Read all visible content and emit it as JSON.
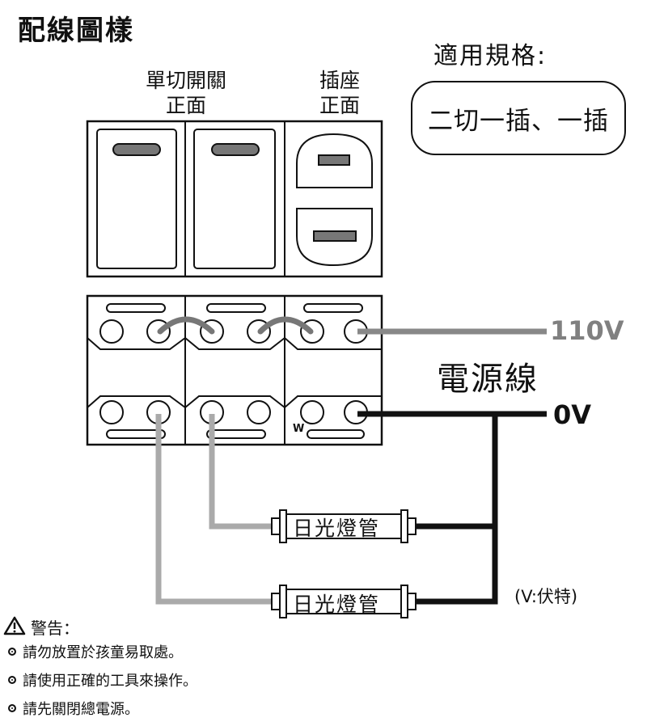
{
  "title": "配線圖樣",
  "spec": {
    "label": "適用規格:",
    "value": "二切一插、一插"
  },
  "panel_labels": {
    "switch": "單切開關\n正面",
    "socket": "插座\n正面"
  },
  "line_labels": {
    "live": "110V",
    "power_cord": "電源線",
    "neutral": "0V",
    "note": "(V:伏特)",
    "terminal_w": "W"
  },
  "tubes": [
    {
      "label": "日光燈管"
    },
    {
      "label": "日光燈管"
    }
  ],
  "warning": {
    "title": "警告：",
    "items": [
      "請勿放置於孩童易取處。",
      "請使用正確的工具來操作。",
      "請先關閉總電源。"
    ]
  },
  "colors": {
    "live_wire": "#888888",
    "load_wire": "#aaaaaa",
    "neutral_wire": "#111111",
    "rocker": "#777777"
  }
}
